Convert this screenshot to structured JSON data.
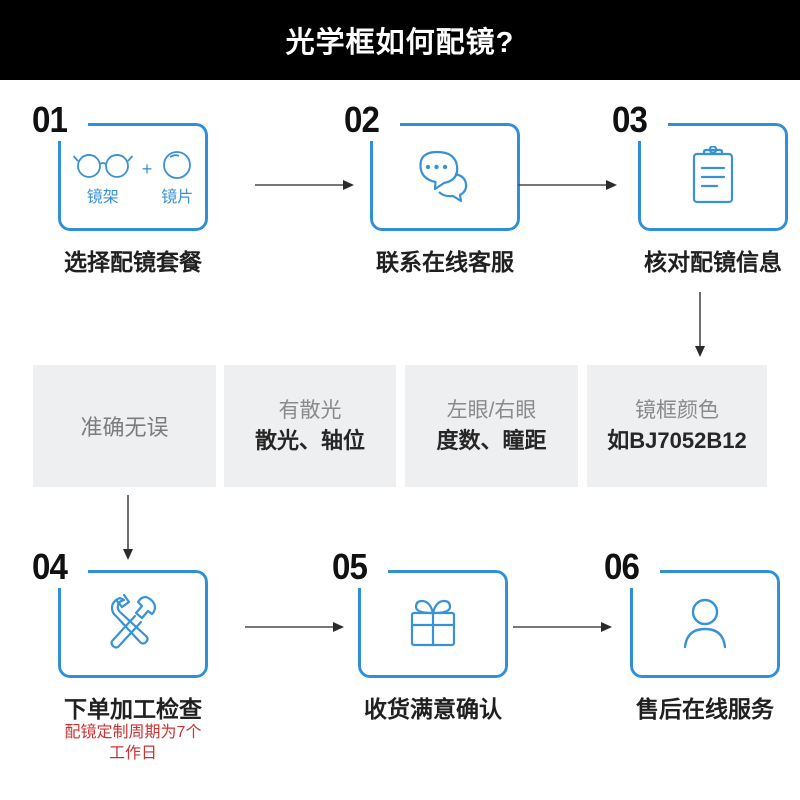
{
  "header": {
    "title": "光学框如何配镜?",
    "background": "#000000",
    "text_color": "#ffffff"
  },
  "theme": {
    "accent_blue": "#2f8fd8",
    "icon_blue": "#3a92d6",
    "info_cell_bg": "#eeeff1",
    "arrow_gray": "#4a4a4a",
    "red_note": "#cc3333"
  },
  "steps": [
    {
      "number": "01",
      "icon": "glasses-frame-and-lens-icon",
      "caption": "选择配镜套餐",
      "frame_label": "镜架",
      "lens_label": "镜片",
      "plus": "+",
      "note": ""
    },
    {
      "number": "02",
      "icon": "chat-bubbles-icon",
      "caption": "联系在线客服",
      "note": ""
    },
    {
      "number": "03",
      "icon": "clipboard-icon",
      "caption": "核对配镜信息",
      "note": ""
    },
    {
      "number": "04",
      "icon": "tools-hammer-wrench-icon",
      "caption": "下单加工检查",
      "note": "配镜定制周期为7个\n工作日"
    },
    {
      "number": "05",
      "icon": "gift-box-icon",
      "caption": "收货满意确认",
      "note": ""
    },
    {
      "number": "06",
      "icon": "customer-service-person-icon",
      "caption": "售后在线服务",
      "note": ""
    }
  ],
  "info_band": {
    "cells": [
      {
        "line1": "准确无误",
        "line2": ""
      },
      {
        "line1": "有散光",
        "line2": "散光、轴位"
      },
      {
        "line1": "左眼/右眼",
        "line2": "度数、瞳距"
      },
      {
        "line1": "镜框颜色",
        "line2": "如BJ7052B12"
      }
    ]
  },
  "connectors": [
    {
      "name": "arrow-step1-to-step2",
      "direction": "right"
    },
    {
      "name": "arrow-step2-to-step3",
      "direction": "right"
    },
    {
      "name": "arrow-step3-to-info",
      "direction": "down"
    },
    {
      "name": "arrow-info-to-step4",
      "direction": "down"
    },
    {
      "name": "arrow-step4-to-step5",
      "direction": "right"
    },
    {
      "name": "arrow-step5-to-step6",
      "direction": "right"
    }
  ]
}
